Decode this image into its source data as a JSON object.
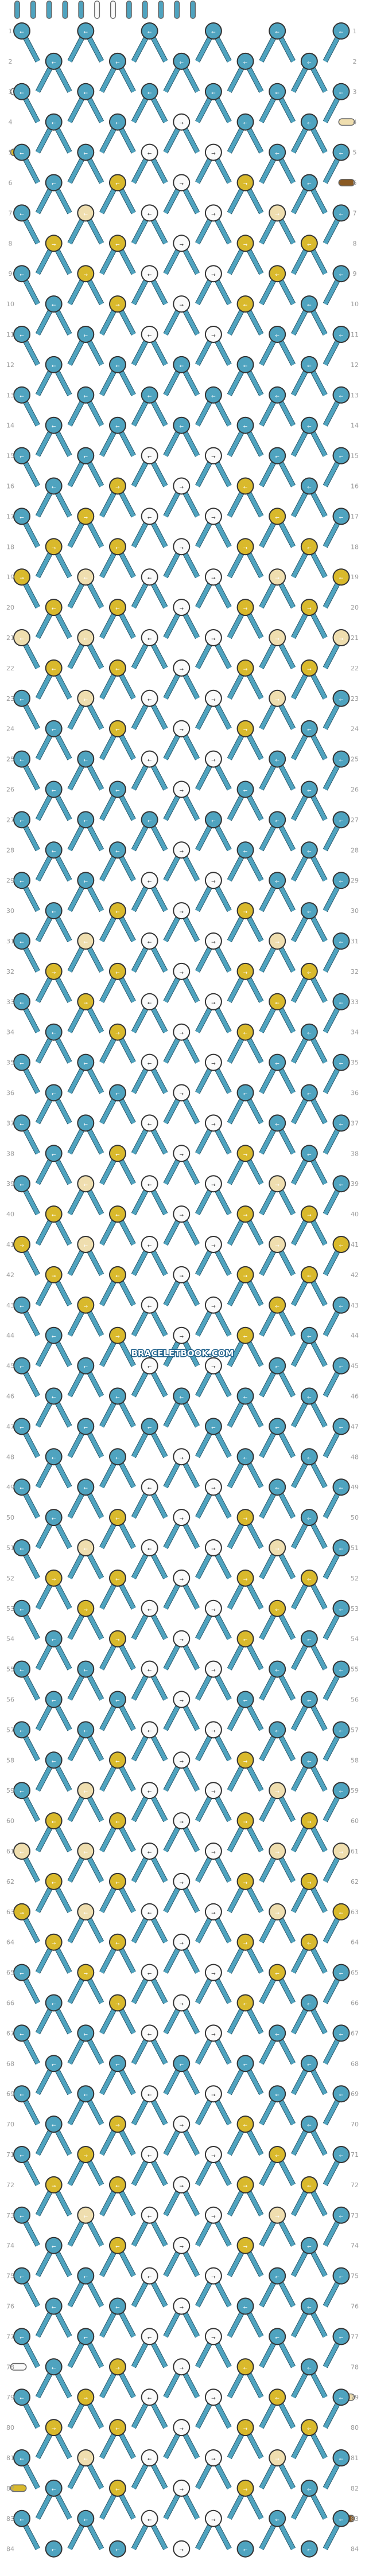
{
  "watermark": "BRACELETBOOK.COM",
  "pattern": {
    "rows": 84,
    "strings": 12,
    "knots_per_row": [
      6,
      5
    ],
    "row_numbers_left": true,
    "row_numbers_right": true
  },
  "colors": {
    "A": "#4fa3bf",
    "B": "#fafafa",
    "C": "#efdeaf",
    "D": "#d9b92c",
    "E": "#8a5a23"
  },
  "color_names": {
    "A": "blue",
    "B": "white",
    "C": "cream",
    "D": "gold",
    "E": "brown"
  },
  "knot_symbols": {
    "forward": "→",
    "backward": "←",
    "forward-backward": "↱",
    "backward-forward": "↰"
  },
  "strings_top": [
    "A",
    "A",
    "A",
    "A",
    "A",
    "B",
    "B",
    "A",
    "A",
    "A",
    "A",
    "A"
  ],
  "side_strings": [
    {
      "row": 3,
      "side": "left",
      "color": "B"
    },
    {
      "row": 4,
      "side": "right",
      "color": "C"
    },
    {
      "row": 5,
      "side": "left",
      "color": "D"
    },
    {
      "row": 6,
      "side": "right",
      "color": "E"
    },
    {
      "row": 78,
      "side": "left",
      "color": "B"
    },
    {
      "row": 79,
      "side": "right",
      "color": "C"
    },
    {
      "row": 82,
      "side": "left",
      "color": "D"
    },
    {
      "row": 83,
      "side": "right",
      "color": "E"
    }
  ]
}
